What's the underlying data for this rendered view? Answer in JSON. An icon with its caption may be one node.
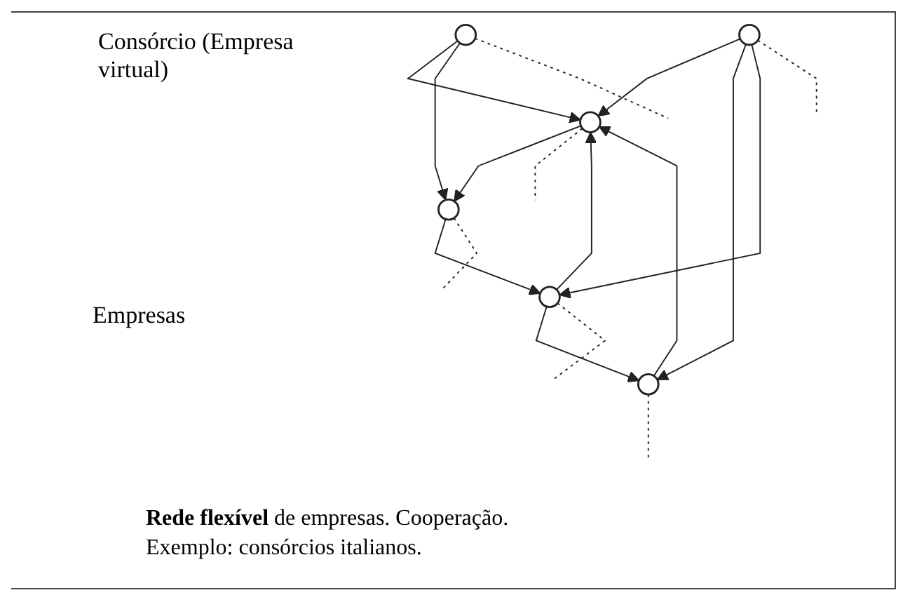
{
  "diagram": {
    "caption": "**Rede flexível** de empresas. Cooperação. Exemplo: consórcios italianos.",
    "nodes": [
      {
        "text": [],
        "shape": "circle"
      },
      {
        "text": [],
        "shape": "circle"
      },
      {
        "text": [],
        "shape": "circle"
      },
      {
        "text": [],
        "shape": "circle"
      },
      {
        "text": [],
        "shape": "circle"
      },
      {
        "text": [],
        "shape": "circle"
      }
    ],
    "edges": [
      {
        "from": 1,
        "to": 0,
        "arrow": "to"
      },
      {
        "from": 0,
        "to": 2,
        "arrow": "to"
      },
      {
        "from": 2,
        "to": 4,
        "arrow": "to"
      },
      {
        "from": 3,
        "to": 0,
        "arrow": "to"
      },
      {
        "from": 3,
        "to": 2,
        "arrow": "to"
      },
      {
        "from": 5,
        "to": 0,
        "arrow": "to"
      },
      {
        "from": 4,
        "to": 0,
        "arrow": "to"
      },
      {
        "from": 4,
        "to": 1,
        "arrow": "to"
      },
      {
        "from": 5,
        "to": 1,
        "arrow": "to"
      },
      {
        "from": 5,
        "to": 4,
        "arrow": "to"
      },
      {
        "from": 3,
        "to": null,
        "arrow": "none",
        "style": "dashed"
      },
      {
        "from": 1,
        "to": null,
        "arrow": "none",
        "style": "dashed"
      },
      {
        "from": 5,
        "to": null,
        "arrow": "none",
        "style": "dashed"
      },
      {
        "from": 0,
        "to": null,
        "arrow": "none",
        "style": "dashed"
      },
      {
        "from": 2,
        "to": null,
        "arrow": "none",
        "style": "dashed"
      },
      {
        "from": 4,
        "to": null,
        "arrow": "none",
        "style": "dashed"
      }
    ],
    "labels": [
      "Consórcio (Empresa virtual)",
      "Empresas"
    ]
  }
}
